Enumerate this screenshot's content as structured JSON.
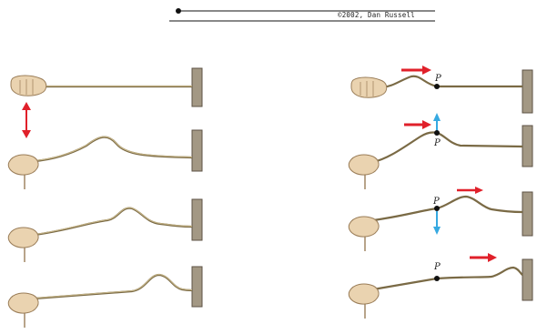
{
  "header": {
    "copyright": "©2002, Dan Russell"
  },
  "labels": {
    "point": "P"
  },
  "colors": {
    "rope": "#c8b78a",
    "rope_dark": "#7a6a45",
    "wall_fill": "#a39884",
    "wall_edge": "#5c5244",
    "pulse_arrow": "#e0202a",
    "point_arrow": "#36a9e1",
    "hand_skin": "#ead3b0",
    "hand_line": "#9a7d58"
  },
  "panels": {
    "left": [
      {
        "name": "hand-shake",
        "has_motion_arrow": true
      },
      {
        "name": "pulse-near",
        "has_motion_arrow": false
      },
      {
        "name": "pulse-mid",
        "has_motion_arrow": false
      },
      {
        "name": "pulse-far",
        "has_motion_arrow": false
      }
    ],
    "right": [
      {
        "name": "pulse-approaching-P",
        "arrows": [
          "pulse-right"
        ]
      },
      {
        "name": "pulse-at-P-rising",
        "arrows": [
          "pulse-right",
          "point-up"
        ]
      },
      {
        "name": "pulse-past-P-falling",
        "arrows": [
          "pulse-right",
          "point-down"
        ]
      },
      {
        "name": "pulse-away-from-P",
        "arrows": [
          "pulse-right"
        ]
      }
    ]
  }
}
